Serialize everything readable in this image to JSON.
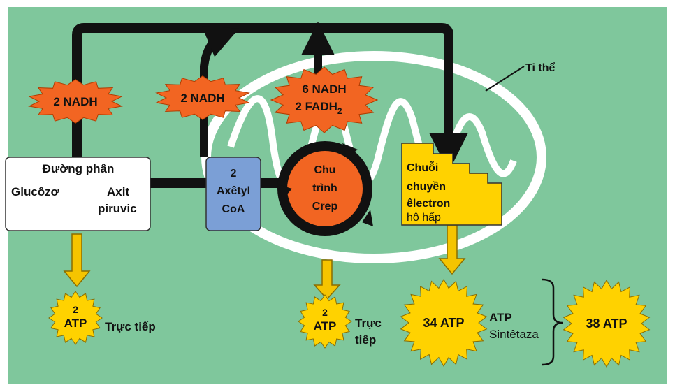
{
  "nadh_glycolysis": "2 NADH",
  "nadh_acetyl": "2 NADH",
  "krebs_output": {
    "line1": "6 NADH",
    "line2": "2 FADH",
    "line2_sub": "2"
  },
  "glycolysis": {
    "title": "Đường phân",
    "substrate": "Glucôzơ",
    "product_line1": "Axit",
    "product_line2": "piruvic"
  },
  "acetyl_coa": {
    "line1": "2",
    "line2": "Axêtyl",
    "line3": "CoA"
  },
  "krebs": {
    "line1": "Chu",
    "line2": "trình",
    "line3": "Crep"
  },
  "etc": {
    "line1": "Chuỗi",
    "line2": "chuyền",
    "line3": "êlectron",
    "line4": "hô hấp"
  },
  "mitochondrion_label": "Ti thể",
  "atp_glycolysis": {
    "line1": "2",
    "line2": "ATP",
    "note": "Trực tiếp"
  },
  "atp_krebs": {
    "line1": "2",
    "line2": "ATP",
    "note_line1": "Trực",
    "note_line2": "tiếp"
  },
  "atp_etc": "34 ATP",
  "atp_synthase": {
    "line1": "ATP",
    "line2": "Sintêtaza"
  },
  "atp_total": "38 ATP",
  "colors": {
    "background": "#7fc79c",
    "nadh_star": "#f26522",
    "atp_star": "#ffd200",
    "acetyl_box": "#7b9fd6",
    "etc_box": "#ffd200",
    "krebs_circle": "#f26522",
    "arrow_dark": "#111111",
    "arrow_yellow": "#f5c400"
  }
}
